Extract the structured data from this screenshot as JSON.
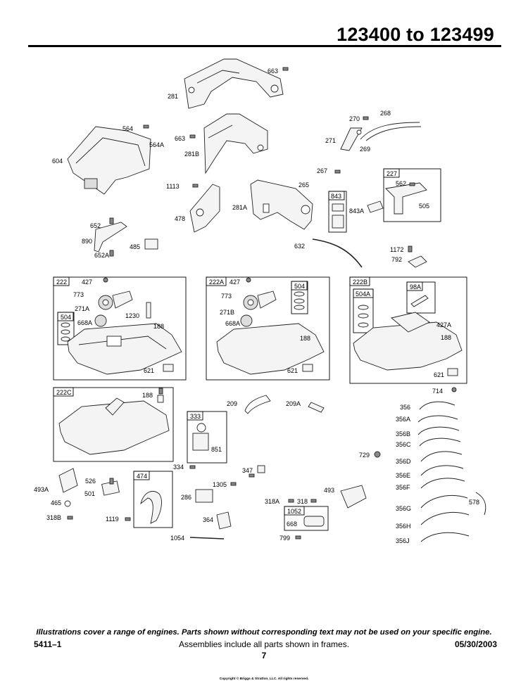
{
  "header": {
    "title": "123400 to 123499"
  },
  "parts": {
    "p663a": "663",
    "p281": "281",
    "p604": "604",
    "p564": "564",
    "p564a": "564A",
    "p663b": "663",
    "p281b": "281B",
    "p270": "270",
    "p268": "268",
    "p271": "271",
    "p269": "269",
    "p267": "267",
    "p265": "265",
    "p227": "227",
    "p562": "562",
    "p505": "505",
    "p1113": "1113",
    "p281a": "281A",
    "p843": "843",
    "p843a": "843A",
    "p478": "478",
    "p652": "652",
    "p890": "890",
    "p485": "485",
    "p652a": "652A",
    "p632": "632",
    "p1172": "1172",
    "p792": "792",
    "g222": "222",
    "p427a": "427",
    "p773a": "773",
    "p271aa": "271A",
    "p1230": "1230",
    "p504a": "504",
    "p668aa": "668A",
    "p188a": "188",
    "p621a": "621",
    "g222a": "222A",
    "p427b": "427",
    "p504b": "504",
    "p773b": "773",
    "p271bb": "271B",
    "p668ab": "668A",
    "p188b": "188",
    "p621b": "621",
    "g222b": "222B",
    "p504a2": "504A",
    "p98a": "98A",
    "p427aa": "427A",
    "p188c": "188",
    "p621c": "621",
    "g222c": "222C",
    "p188d": "188",
    "p209": "209",
    "p209a": "209A",
    "p333": "333",
    "p851": "851",
    "p714": "714",
    "p356": "356",
    "p356a": "356A",
    "p356b": "356B",
    "p356c": "356C",
    "p729": "729",
    "p356d": "356D",
    "p356e": "356E",
    "p356f": "356F",
    "p578": "578",
    "p356g": "356G",
    "p356h": "356H",
    "p356j": "356J",
    "p334": "334",
    "p347": "347",
    "p493a": "493A",
    "p526": "526",
    "p474": "474",
    "p501": "501",
    "p465": "465",
    "p318b": "318B",
    "p1119": "1119",
    "p1305": "1305",
    "p286": "286",
    "p364": "364",
    "p1054": "1054",
    "p493": "493",
    "p318a": "318A",
    "p318": "318",
    "p1052": "1052",
    "p668": "668",
    "p799": "799"
  },
  "footer": {
    "note": "Illustrations cover a range of engines. Parts shown without corresponding text may not be used on your specific engine.",
    "left": "5411–1",
    "center": "Assemblies include all parts shown in frames.",
    "right": "05/30/2003",
    "page": "7",
    "copyright": "Copyright © Briggs & Stratton, LLC. All rights reserved."
  }
}
